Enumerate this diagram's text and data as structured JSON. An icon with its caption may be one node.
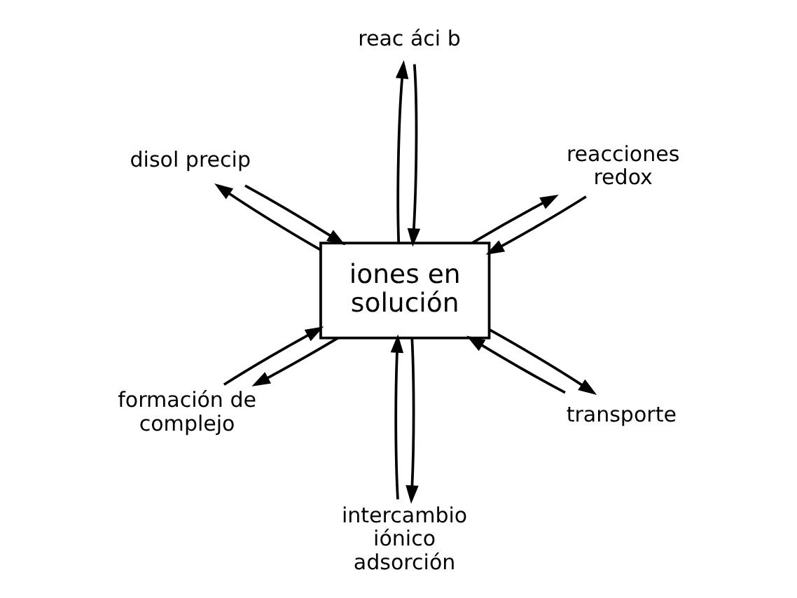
{
  "diagram": {
    "nodes": [
      {
        "text": [
          "iones en solución"
        ]
      },
      {
        "text": [
          "transporte"
        ]
      },
      {
        "text": [
          "intercambio iónico adsorción"
        ]
      },
      {
        "text": [
          "disol precip"
        ]
      },
      {
        "text": [
          "reacciones redox"
        ]
      },
      {
        "text": [
          "reac áci b"
        ]
      },
      {
        "text": [
          "formación de complejo"
        ]
      }
    ],
    "edges": [
      {
        "from": 1,
        "to": 0,
        "arrow": "to"
      },
      {
        "from": 0,
        "to": 1,
        "arrow": "to"
      },
      {
        "from": 2,
        "to": 0,
        "arrow": "to"
      },
      {
        "from": 0,
        "to": 2,
        "arrow": "to"
      },
      {
        "from": 3,
        "to": 0,
        "arrow": "to"
      },
      {
        "from": 0,
        "to": 3,
        "arrow": "to"
      },
      {
        "from": 0,
        "to": 4,
        "arrow": "to"
      },
      {
        "from": 4,
        "to": 0,
        "arrow": "to"
      },
      {
        "from": 5,
        "to": 0,
        "arrow": "to"
      },
      {
        "from": 0,
        "to": 5,
        "arrow": "to"
      },
      {
        "from": 0,
        "to": 6,
        "arrow": "to"
      },
      {
        "from": 6,
        "to": 0,
        "arrow": "to"
      }
    ]
  }
}
